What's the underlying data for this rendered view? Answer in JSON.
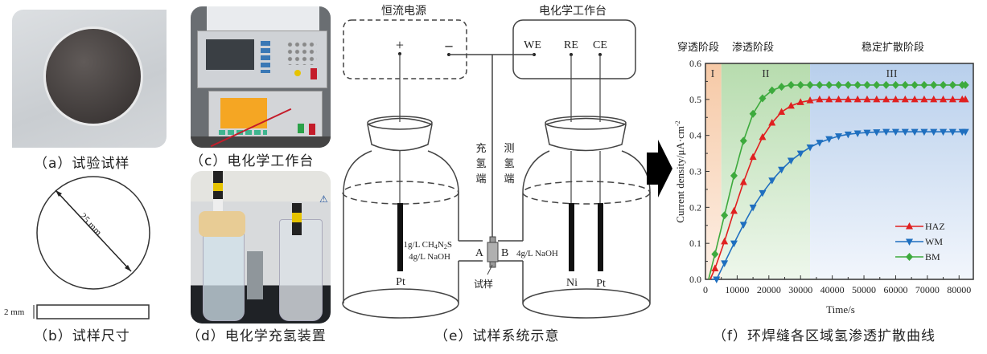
{
  "panels": {
    "a": {
      "caption": "（a）试验试样"
    },
    "b": {
      "caption": "（b）试样尺寸",
      "diameter_label": "25 mm",
      "thickness_label": "2 mm"
    },
    "c": {
      "caption": "（c）电化学工作台"
    },
    "d": {
      "caption": "（d）电化学充氢装置"
    },
    "e": {
      "caption": "（e）试样系统示意",
      "power_source_label": "恒流电源",
      "workstation_label": "电化学工作台",
      "plus_label": "+",
      "minus_label": "–",
      "we_label": "WE",
      "re_label": "RE",
      "ce_label": "CE",
      "charging_side_label": [
        "充",
        "氢",
        "端"
      ],
      "detection_side_label": [
        "测",
        "氢",
        "端"
      ],
      "left_solution_line1": "1g/L CH4N2S",
      "left_solution_line2": "4g/L NaOH",
      "right_solution": "4g/L NaOH",
      "side_a": "A",
      "side_b": "B",
      "sample_label": "试样",
      "left_electrode": "Pt",
      "right_electrode_1": "Ni",
      "right_electrode_2": "Pt"
    },
    "f": {
      "caption": "（f）环焊缝各区域氢渗透扩散曲线"
    }
  },
  "chart_data": {
    "type": "line",
    "title": "",
    "xlabel": "Time/s",
    "ylabel": "Current density/μA·cm⁻²",
    "xlim": [
      0,
      84500
    ],
    "ylim": [
      0,
      0.6
    ],
    "xticks": [
      0,
      10000,
      20000,
      30000,
      40000,
      50000,
      60000,
      70000,
      80000
    ],
    "yticks": [
      "0.0",
      "0.1",
      "0.2",
      "0.3",
      "0.4",
      "0.5",
      "0.6"
    ],
    "legend_position": "lower-right",
    "regions": [
      {
        "roman": "I",
        "name": "穿透阶段",
        "x_range": [
          0,
          5000
        ],
        "color": "#f6c9a6"
      },
      {
        "roman": "II",
        "name": "渗透阶段",
        "x_range": [
          5000,
          33000
        ],
        "color": "#bfe0b4"
      },
      {
        "roman": "III",
        "name": "稳定扩散阶段",
        "x_range": [
          33000,
          84500
        ],
        "color": "#bcd3ee"
      }
    ],
    "series": [
      {
        "name": "HAZ",
        "color": "#e02020",
        "marker": "triangle-up",
        "x": [
          1500,
          3000,
          6000,
          9000,
          12000,
          15000,
          18000,
          21000,
          24000,
          27000,
          30000,
          33000,
          36000,
          39000,
          42000,
          45000,
          48000,
          51000,
          54000,
          57000,
          60000,
          63000,
          66000,
          69000,
          72000,
          75000,
          78000,
          81000,
          82000
        ],
        "y": [
          0.0,
          0.03,
          0.105,
          0.19,
          0.27,
          0.34,
          0.395,
          0.435,
          0.465,
          0.482,
          0.492,
          0.497,
          0.5,
          0.5,
          0.5,
          0.5,
          0.5,
          0.5,
          0.5,
          0.5,
          0.5,
          0.5,
          0.5,
          0.5,
          0.5,
          0.5,
          0.5,
          0.5,
          0.5
        ]
      },
      {
        "name": "WM",
        "color": "#1f6fbf",
        "marker": "triangle-down",
        "x": [
          2000,
          3500,
          6000,
          9000,
          12000,
          15000,
          18000,
          21000,
          24000,
          27000,
          30000,
          33000,
          36000,
          39000,
          42000,
          45000,
          48000,
          51000,
          54000,
          57000,
          60000,
          63000,
          66000,
          69000,
          72000,
          75000,
          78000,
          81000,
          82000
        ],
        "y": [
          0.0,
          0.0,
          0.045,
          0.1,
          0.152,
          0.2,
          0.24,
          0.275,
          0.305,
          0.33,
          0.35,
          0.367,
          0.38,
          0.39,
          0.398,
          0.403,
          0.406,
          0.408,
          0.409,
          0.41,
          0.41,
          0.41,
          0.41,
          0.41,
          0.41,
          0.41,
          0.41,
          0.41,
          0.41
        ]
      },
      {
        "name": "BM",
        "color": "#3daa3d",
        "marker": "diamond",
        "x": [
          1000,
          3000,
          6000,
          9000,
          12000,
          15000,
          18000,
          21000,
          24000,
          27000,
          30000,
          33000,
          36000,
          39000,
          42000,
          45000,
          48000,
          51000,
          54000,
          57000,
          60000,
          63000,
          66000,
          69000,
          72000,
          75000,
          78000,
          81000,
          82000
        ],
        "y": [
          0.0,
          0.07,
          0.178,
          0.288,
          0.385,
          0.46,
          0.503,
          0.525,
          0.535,
          0.54,
          0.54,
          0.54,
          0.54,
          0.54,
          0.54,
          0.54,
          0.54,
          0.54,
          0.54,
          0.54,
          0.54,
          0.54,
          0.54,
          0.54,
          0.54,
          0.54,
          0.54,
          0.54,
          0.54
        ]
      }
    ]
  }
}
